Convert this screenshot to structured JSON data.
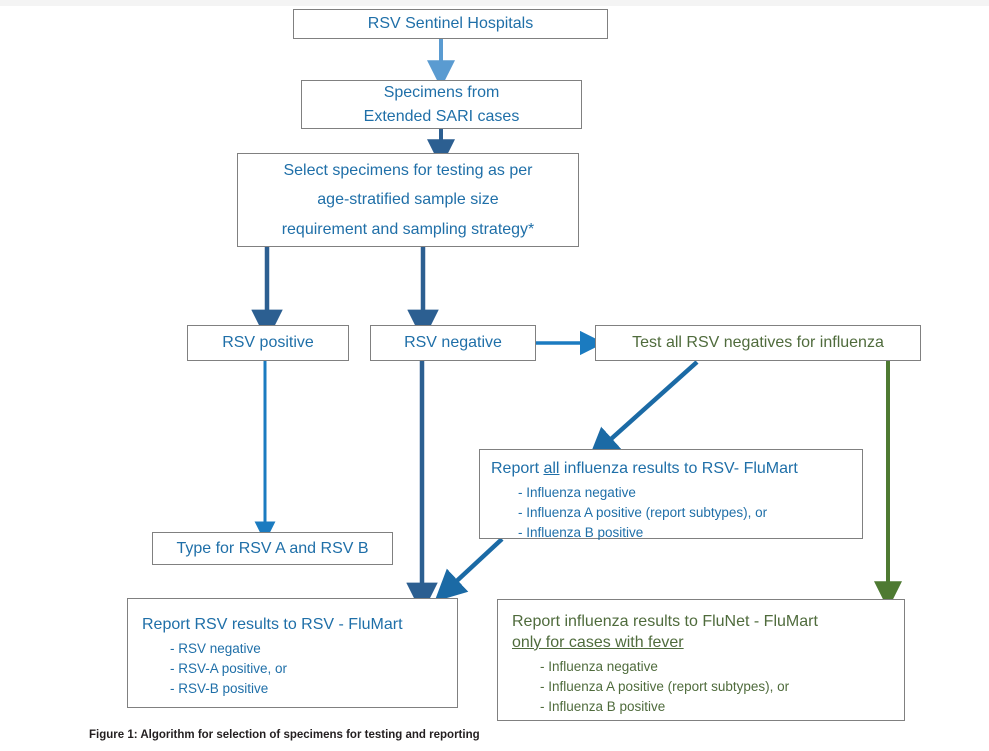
{
  "figure": {
    "caption": "Figure 1: Algorithm for selection of specimens for testing and reporting"
  },
  "colors": {
    "blue_text": "#1f6fa8",
    "green_text": "#4f6b3c",
    "arrow_dark_blue": "#2c5f91",
    "arrow_mid_blue": "#1b7bc0",
    "arrow_light_blue": "#5a9bd1",
    "arrow_green": "#4e7a32",
    "box_border": "#808080"
  },
  "nodes": {
    "sentinel_hospitals": {
      "title": "RSV Sentinel Hospitals"
    },
    "specimens": {
      "title": "Specimens from\nExtended SARI cases"
    },
    "select_specimens": {
      "title": "Select specimens for testing as per\nage-stratified sample size\nrequirement and sampling strategy*"
    },
    "rsv_positive": {
      "title": "RSV positive"
    },
    "rsv_negative": {
      "title": "RSV negative"
    },
    "test_all_negatives": {
      "title": "Test all RSV negatives for influenza"
    },
    "report_all_influenza": {
      "title_pre": "Report ",
      "title_underline": "all",
      "title_post": " influenza results to RSV- FluMart",
      "bullets": [
        "-  Influenza negative",
        "-  Influenza A positive (report subtypes), or",
        "-  Influenza B positive"
      ]
    },
    "type_rsv": {
      "title": "Type for RSV A and RSV B"
    },
    "report_rsv": {
      "title": "Report RSV results to RSV - FluMart",
      "bullets": [
        "-  RSV negative",
        "-  RSV-A positive, or",
        "-  RSV-B positive"
      ]
    },
    "report_influenza_flunet": {
      "title_line1": "Report influenza results to FluNet - FluMart",
      "title_line2_underline": "only for cases with fever",
      "bullets": [
        "-  Influenza negative",
        "-  Influenza A positive (report subtypes), or",
        "-  Influenza B positive"
      ]
    }
  }
}
